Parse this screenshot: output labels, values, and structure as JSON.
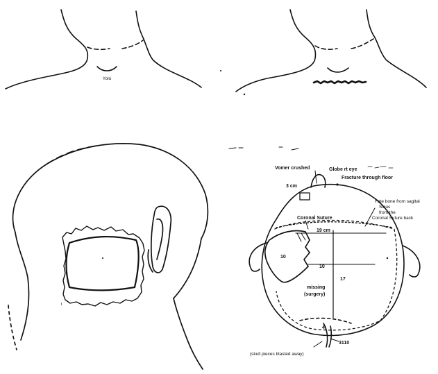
{
  "neck_left": {
    "label": "Yolo"
  },
  "skull_diagram": {
    "labels": {
      "vomer": "Vomer crushed",
      "globe": "Globe rt eye",
      "fracture": "Fracture through floor",
      "three_cm": "3 cm",
      "coronal": "Coronal Suture",
      "fate_line1": "Fate bone from sagital",
      "fate_line2": "Sinus",
      "fate_line3": "from the",
      "fate_line4": "Coronal Suture back",
      "nineteen": "19 cm",
      "ten_left": "10",
      "ten_mid": "10",
      "seventeen": "17",
      "missing": "missing",
      "surgery": "(surgery)",
      "four": "4",
      "three110": "3110",
      "blasted": "(skull pieces blasted away)"
    }
  }
}
